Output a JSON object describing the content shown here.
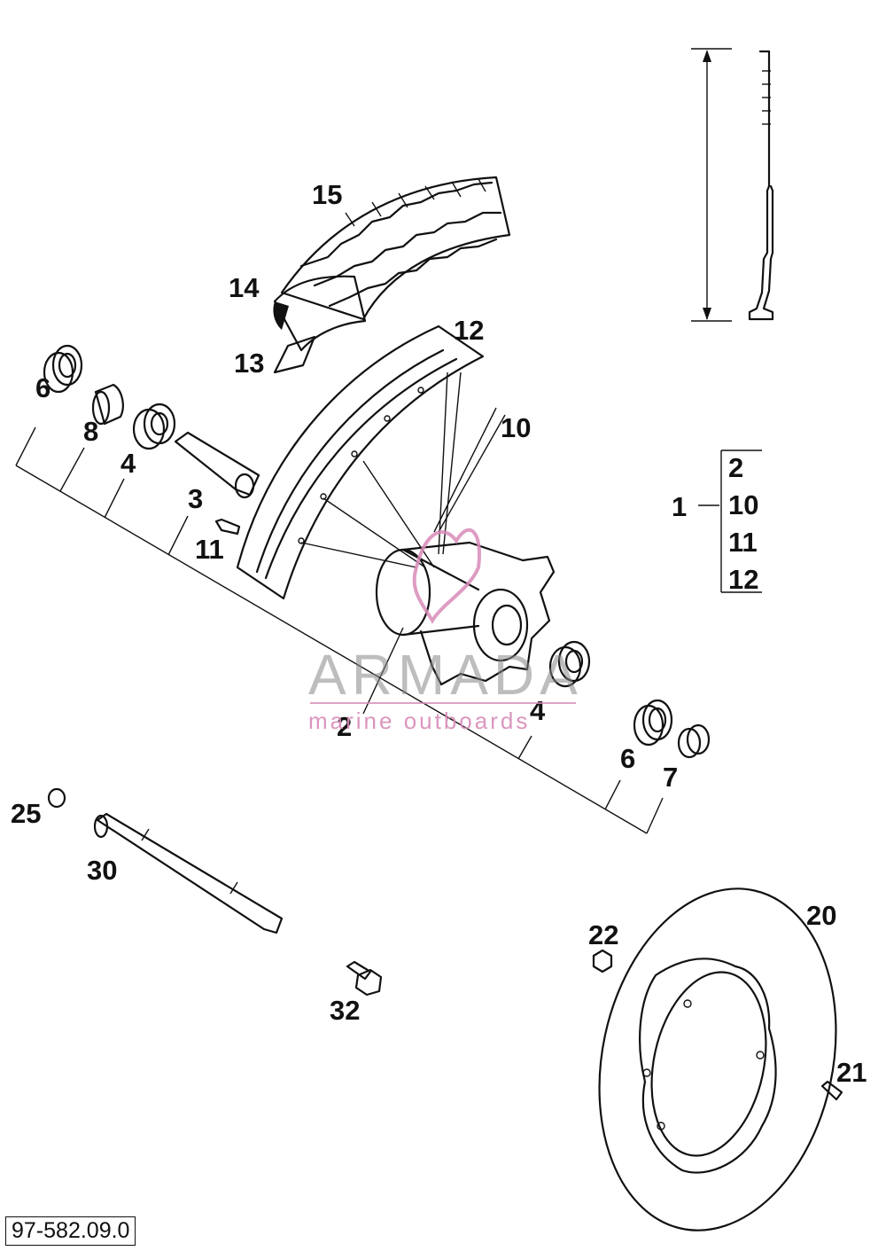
{
  "diagram": {
    "drawing_number": "97-582.09.0",
    "callouts": [
      "1",
      "2",
      "3",
      "4",
      "6",
      "7",
      "8",
      "10",
      "11",
      "12",
      "13",
      "14",
      "15",
      "20",
      "21",
      "22",
      "25",
      "30",
      "32"
    ],
    "assembly_group": {
      "parent": "1",
      "children": [
        "2",
        "10",
        "11",
        "12"
      ]
    },
    "labels": {
      "l15": "15",
      "l14": "14",
      "l13": "13",
      "l12": "12",
      "l10": "10",
      "l6a": "6",
      "l8": "8",
      "l4a": "4",
      "l3": "3",
      "l11": "11",
      "l2": "2",
      "l4b": "4",
      "l6b": "6",
      "l7": "7",
      "l25": "25",
      "l30": "30",
      "l32": "32",
      "l22": "22",
      "l20": "20",
      "l21": "21",
      "g1": "1",
      "g2": "2",
      "g10": "10",
      "g11": "11",
      "g12": "12"
    }
  },
  "watermark": {
    "brand": "ARMADA",
    "tagline": "marine outboards",
    "accent_color": "#d88bb8"
  }
}
